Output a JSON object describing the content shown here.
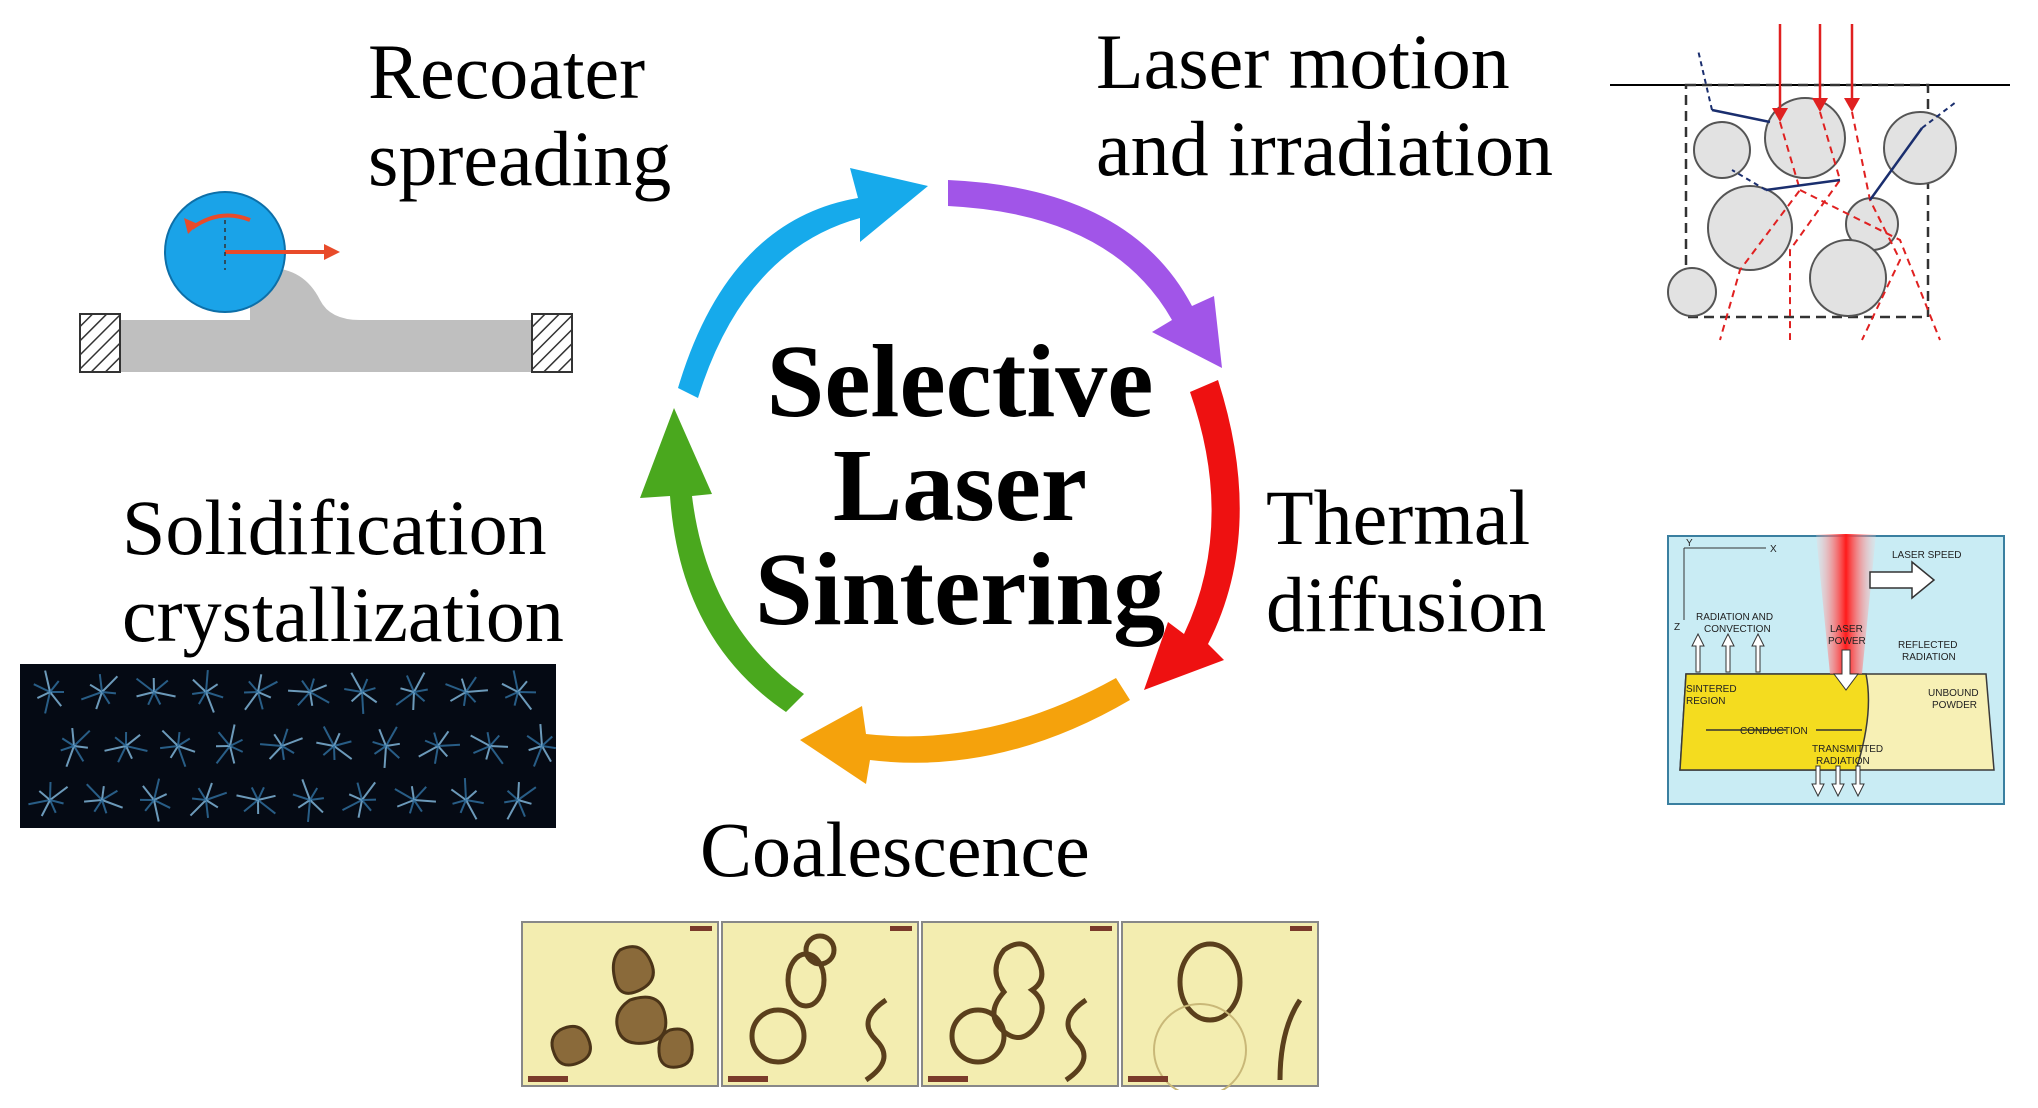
{
  "title": {
    "line1": "Selective",
    "line2": "Laser",
    "line3": "Sintering"
  },
  "stages": {
    "recoater": {
      "line1": "Recoater",
      "line2": "spreading"
    },
    "laser": {
      "line1": "Laser motion",
      "line2": "and irradiation"
    },
    "thermal": {
      "line1": "Thermal",
      "line2": "diffusion"
    },
    "coalescence": {
      "line1": "Coalescence"
    },
    "solidification": {
      "line1": "Solidification",
      "line2": "crystallization"
    }
  },
  "thermal_panel": {
    "laser_speed": "LASER SPEED",
    "radiation_convection_1": "RADIATION AND",
    "radiation_convection_2": "CONVECTION",
    "laser_power_1": "LASER",
    "laser_power_2": "POWER",
    "reflected_1": "REFLECTED",
    "reflected_2": "RADIATION",
    "sintered_1": "SINTERED",
    "sintered_2": "REGION",
    "unbound_1": "UNBOUND",
    "unbound_2": "POWDER",
    "conduction": "CONDUCTION",
    "transmitted_1": "TRANSMITTED",
    "transmitted_2": "RADIATION",
    "axis_x": "X",
    "axis_y": "Y",
    "axis_z": "Z"
  },
  "colors": {
    "arrow_recoater": "#16aaeb",
    "arrow_laser": "#a155e8",
    "arrow_thermal": "#ee1111",
    "arrow_coalescence": "#f5a20c",
    "arrow_solidification": "#4aa81e"
  }
}
